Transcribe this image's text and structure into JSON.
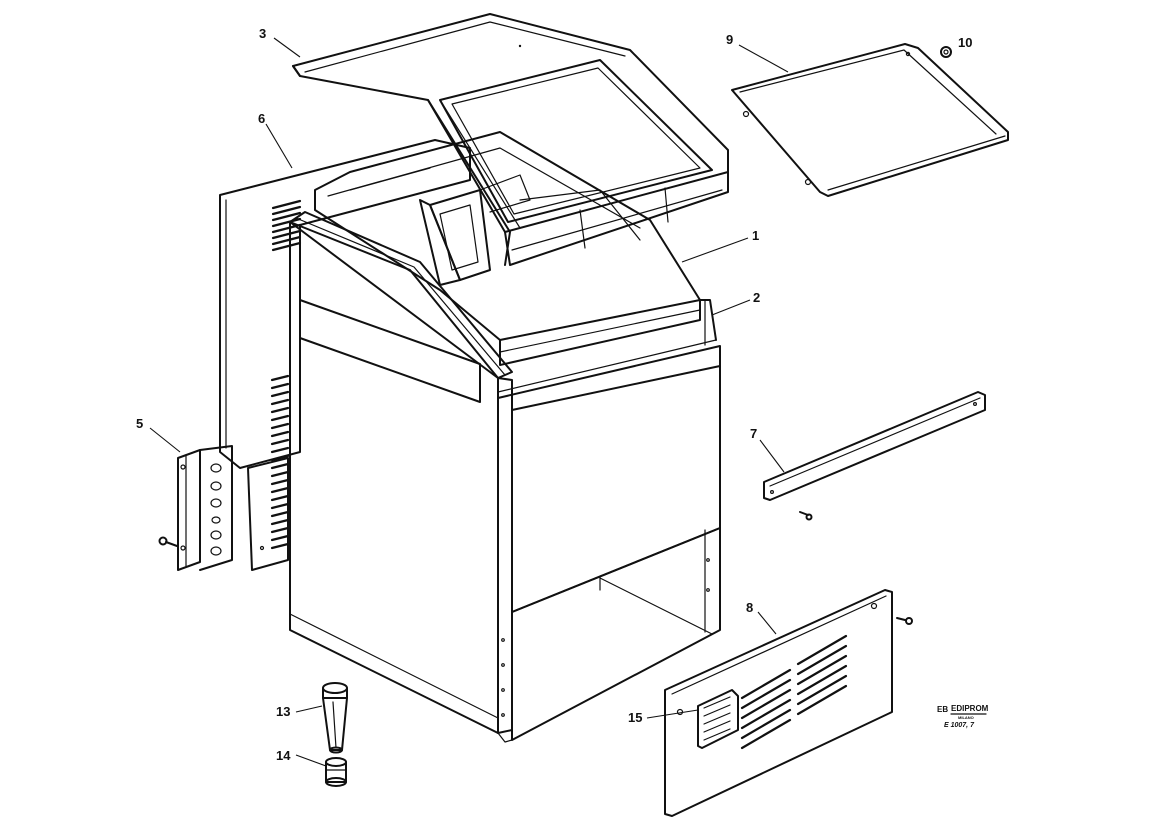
{
  "callouts": [
    {
      "id": "part-1",
      "label": "1"
    },
    {
      "id": "part-2",
      "label": "2"
    },
    {
      "id": "part-3",
      "label": "3"
    },
    {
      "id": "part-5",
      "label": "5"
    },
    {
      "id": "part-6",
      "label": "6"
    },
    {
      "id": "part-7",
      "label": "7"
    },
    {
      "id": "part-8",
      "label": "8"
    },
    {
      "id": "part-9",
      "label": "9"
    },
    {
      "id": "part-10",
      "label": "10"
    },
    {
      "id": "part-13",
      "label": "13"
    },
    {
      "id": "part-14",
      "label": "14"
    },
    {
      "id": "part-15",
      "label": "15"
    }
  ],
  "publisher": {
    "logo_mark": "EB",
    "name": "EDIPROM",
    "city": "MILANO",
    "drawing_code": "E 1007, 7"
  }
}
